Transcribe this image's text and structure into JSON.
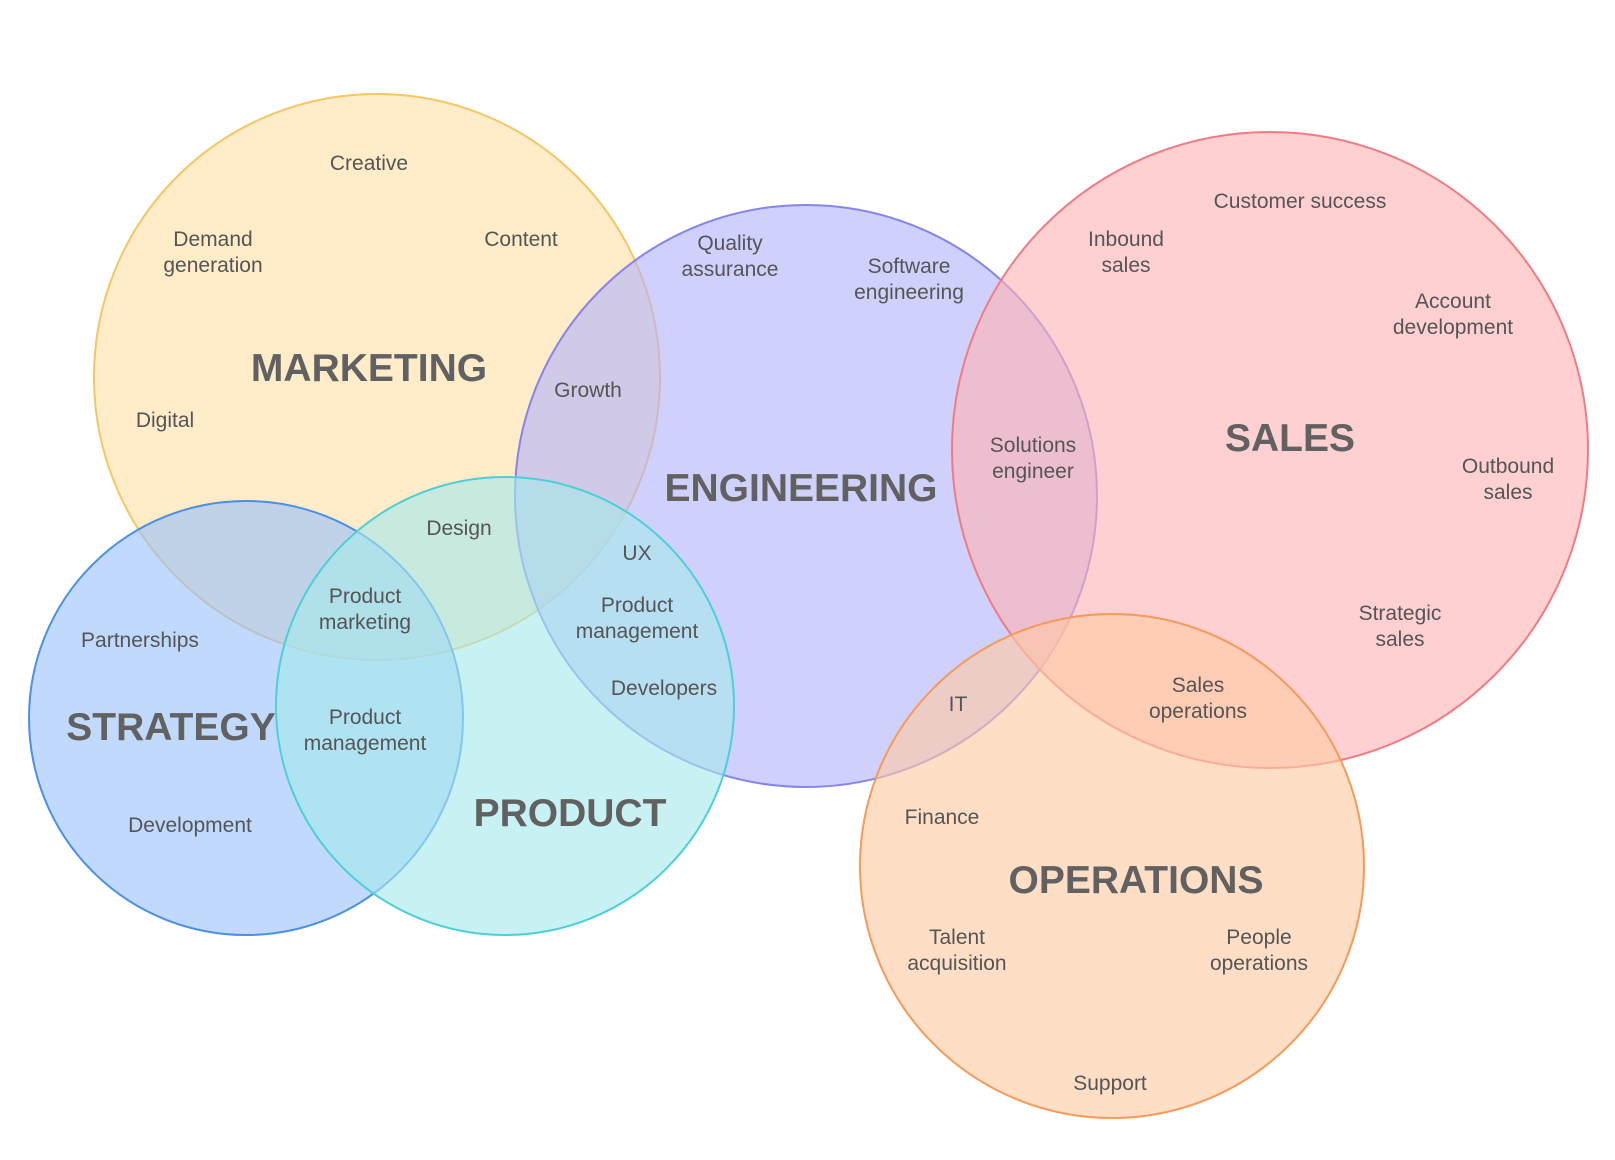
{
  "circles": [
    {
      "id": "marketing",
      "title": "MARKETING",
      "fill": "#FFE0A8",
      "stroke": "#F6C564",
      "items": [
        "Creative",
        "Content",
        "Demand generation",
        "Digital"
      ]
    },
    {
      "id": "engineering",
      "title": "ENGINEERING",
      "fill": "#B3B3FA",
      "stroke": "#8585EC",
      "items": [
        "Quality assurance",
        "Software engineering"
      ]
    },
    {
      "id": "sales",
      "title": "SALES",
      "fill": "#FDB3B5",
      "stroke": "#F07C83",
      "items": [
        "Customer success",
        "Inbound sales",
        "Account development",
        "Outbound sales",
        "Strategic sales"
      ]
    },
    {
      "id": "strategy",
      "title": "STRATEGY",
      "fill": "#9AC2FB",
      "stroke": "#4A90E8",
      "items": [
        "Partnerships",
        "Development"
      ]
    },
    {
      "id": "product",
      "title": "PRODUCT",
      "fill": "#A6E8EC",
      "stroke": "#4CCFD6",
      "items": []
    },
    {
      "id": "operations",
      "title": "OPERATIONS",
      "fill": "#FFC9A3",
      "stroke": "#F59A59",
      "items": [
        "Finance",
        "Talent acquisition",
        "People operations",
        "Support"
      ]
    }
  ],
  "overlaps": [
    {
      "id": "marketing-engineering",
      "label": "Growth"
    },
    {
      "id": "marketing-product",
      "label": "Design"
    },
    {
      "id": "marketing-strategy-product",
      "label": "Product marketing"
    },
    {
      "id": "strategy-product",
      "label": "Product management"
    },
    {
      "id": "engineering-product-ux",
      "label": "UX"
    },
    {
      "id": "engineering-product-pm",
      "label": "Product management"
    },
    {
      "id": "engineering-product-dev",
      "label": "Developers"
    },
    {
      "id": "engineering-sales",
      "label": "Solutions engineer"
    },
    {
      "id": "engineering-operations",
      "label": "IT"
    },
    {
      "id": "sales-operations",
      "label": "Sales operations"
    }
  ]
}
